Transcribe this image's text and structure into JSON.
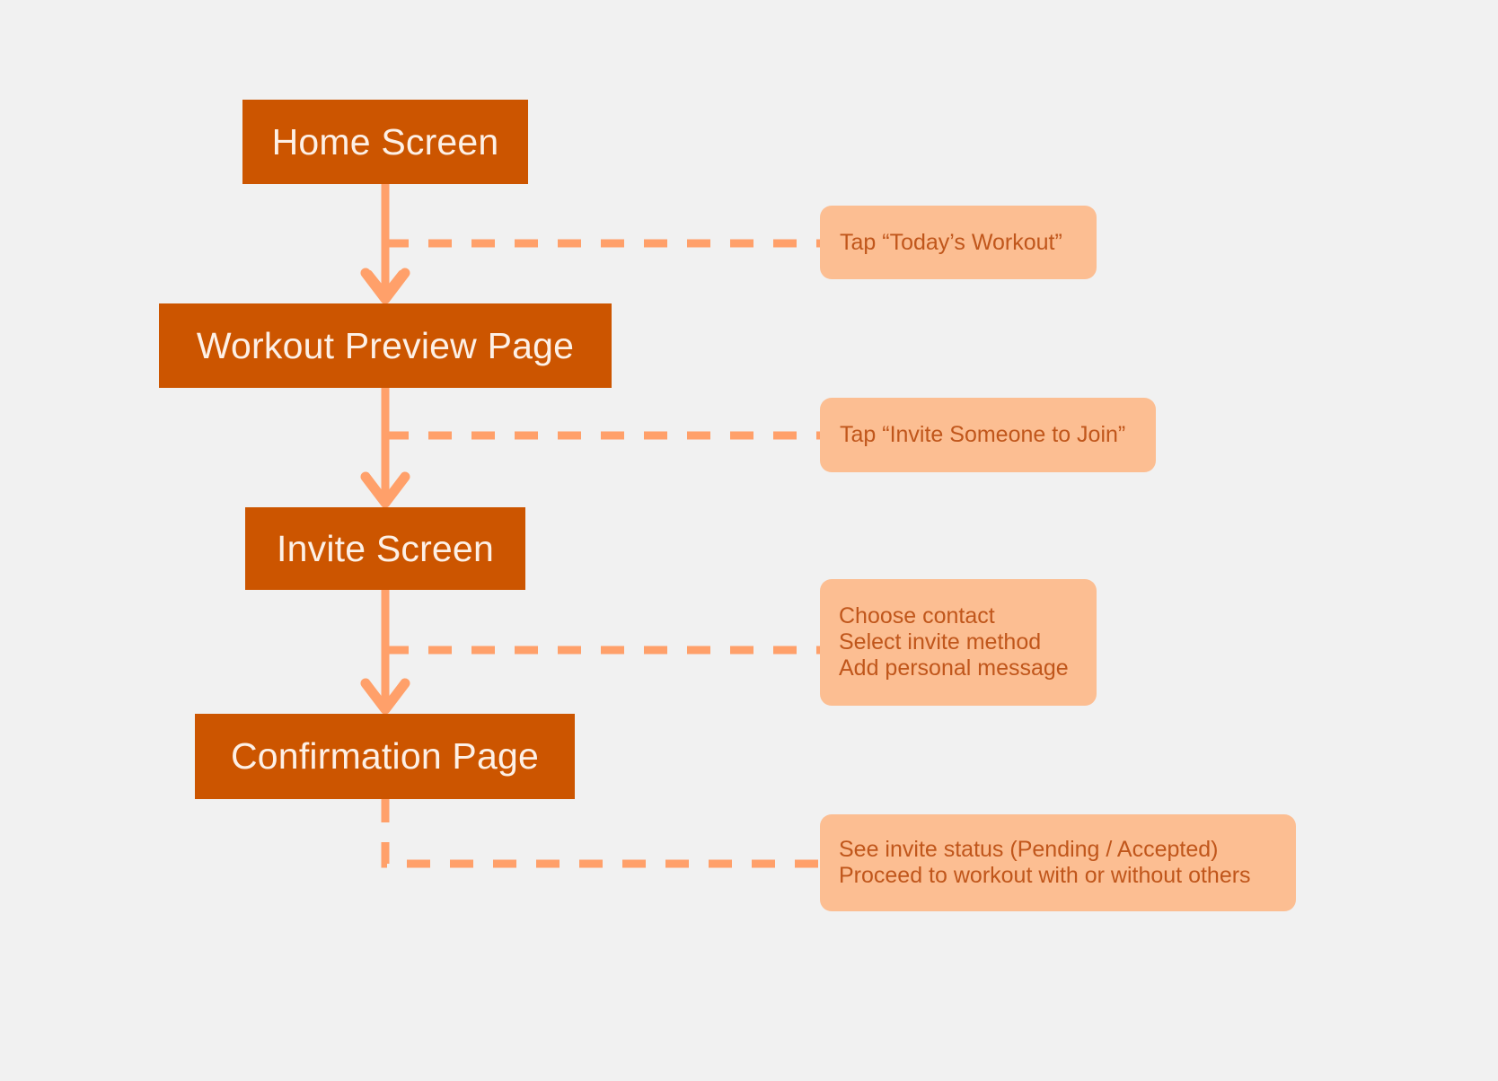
{
  "canvas": {
    "background_color": "#F1F1F1",
    "node_fill_color": "#CC5500",
    "node_text_color": "#FDF0E6",
    "note_fill_color": "#FCBE92",
    "note_text_color": "#C0561B",
    "connector_color": "#FFA06A"
  },
  "diagram": {
    "type": "flowchart",
    "orientation": "vertical",
    "nodes": [
      {
        "id": "home",
        "label": "Home Screen"
      },
      {
        "id": "preview",
        "label": "Workout Preview Page"
      },
      {
        "id": "invite",
        "label": "Invite Screen"
      },
      {
        "id": "confirm",
        "label": "Confirmation Page"
      }
    ],
    "notes": [
      {
        "id": "note-1",
        "attached_to": "home-to-preview",
        "lines": [
          "Tap “Today’s Workout”"
        ]
      },
      {
        "id": "note-2",
        "attached_to": "preview-to-invite",
        "lines": [
          "Tap “Invite Someone to Join”"
        ]
      },
      {
        "id": "note-3",
        "attached_to": "invite-to-confirm",
        "lines": [
          "Choose contact",
          "Select invite method",
          "Add personal message"
        ]
      },
      {
        "id": "note-4",
        "attached_to": "confirm-outcome",
        "lines": [
          "See invite status (Pending / Accepted)",
          "Proceed to workout with or without others"
        ]
      }
    ],
    "edges": [
      {
        "from": "home",
        "to": "preview",
        "style": "solid-arrow"
      },
      {
        "from": "preview",
        "to": "invite",
        "style": "solid-arrow"
      },
      {
        "from": "invite",
        "to": "confirm",
        "style": "solid-arrow"
      },
      {
        "from": "home-to-preview",
        "to": "note-1",
        "style": "dashed"
      },
      {
        "from": "preview-to-invite",
        "to": "note-2",
        "style": "dashed"
      },
      {
        "from": "invite-to-confirm",
        "to": "note-3",
        "style": "dashed"
      },
      {
        "from": "confirm",
        "to": "note-4",
        "style": "dashed-elbow"
      }
    ]
  }
}
